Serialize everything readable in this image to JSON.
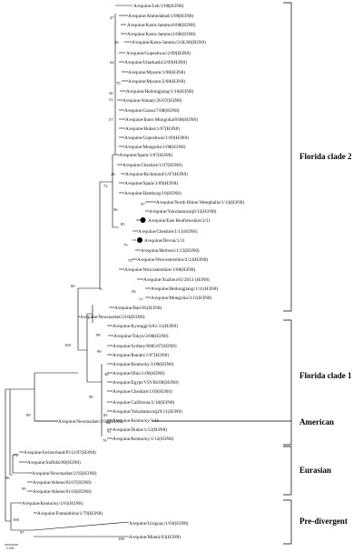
{
  "taxa": [
    {
      "label": "A/equine/Leh/1/08(H3N8)"
    },
    {
      "label": "A/equine/Ahmedabad/1/09(H3N8)"
    },
    {
      "label": "A/equine/Katra-Jammu/6/08(H3N8)"
    },
    {
      "label": "A/equine/Katra-Jammu/2/08(H3N8)"
    },
    {
      "label": "A/equine/Katra-Jammu/31K/08(H3N8)"
    },
    {
      "label": "A/equine/Gopeshwar/2/09(H3N8)"
    },
    {
      "label": "A/equine/Uttarkashi/2/09(H3N8)"
    },
    {
      "label": "A/equine/Mysore/1/08(H3N8)"
    },
    {
      "label": "A/equine/Mysore/2/08(H3N8)"
    },
    {
      "label": "A/equine/Heilongjiang/1/10(H3N8)"
    },
    {
      "label": "A/equine/Almaty/26/07(H3N8)"
    },
    {
      "label": "A/equine/Gansu/7/08(H3N8)"
    },
    {
      "label": "A/equine/Inner Mongolia/8/08(H3N8)"
    },
    {
      "label": "A/equine/Hubei/1/07(H3N8)"
    },
    {
      "label": "A/equine/Gopeshwar/1/09(H3N8)"
    },
    {
      "label": "A/equine/Mongolia/1/08(H3N8)"
    },
    {
      "label": "A/equine/Spain/1/07(H3N8)"
    },
    {
      "label": "A/equine/Cheshire/1/07(H3N8)"
    },
    {
      "label": "A/equine/Richmond/1/07(H3N8)"
    },
    {
      "label": "A/equine/Spain/1/09(H3N8)"
    },
    {
      "label": "A/equine/Hamburg/10(H3N8)"
    },
    {
      "label": "A/equine/North Rhine Westphalia/1/14(H3N8)"
    },
    {
      "label": "A/equine/Yokohama/aq6/12(H3N8)"
    },
    {
      "label": "A/equine/East Renfrewshire/2/11"
    },
    {
      "label": "A/equine/Cheshire/1/11(H3N8)"
    },
    {
      "label": "A/equine/Devon/1/11"
    },
    {
      "label": "A/equine/Herborn/1/13(H3N8)"
    },
    {
      "label": "A/equine/Worcestershire/2/12(H3N8)"
    },
    {
      "label": "A/equine/Worcestershire/1/08(H3N8)"
    },
    {
      "label": "A/equine/Xuzhou/01/2013 (H3N8)"
    },
    {
      "label": "A/equine/Heilongjiang/1/11(H3N8)"
    },
    {
      "label": "A/equine/Mongolia/3/11(H3N8)"
    },
    {
      "label": "A/equine/Bari/05(H3N8)"
    },
    {
      "label": "A/equine/Newmarket/5/03(H3N8)"
    },
    {
      "label": "A/equine/Kyonggi/SA1/11(H3N8)"
    },
    {
      "label": "A/equine/Tokyo/3/08(H3N8)"
    },
    {
      "label": "A/equine/Sydney/6085/07(H3N8)"
    },
    {
      "label": "A/equine/Ibaraki/1/07(H3N8)"
    },
    {
      "label": "A/equine/Kentucky/1/09(H3N8)"
    },
    {
      "label": "A/equine/Ohio/1/08(H3N8)"
    },
    {
      "label": "A/equine/Egypt/VSVRI/08(H3N8)"
    },
    {
      "label": "A/equine/Cheshire/1/09(H3N8)"
    },
    {
      "label": "A/equine/California/2/10(H3N8)"
    },
    {
      "label": "A/equine/Yokohama/aq29/11(H3N8)"
    },
    {
      "label": "A/equine/Kentucky/1/11"
    },
    {
      "label": "A/equine/Dubai/1/12(H3N8)"
    },
    {
      "label": "A/equine/Kentucky/1/12(H3N8)"
    },
    {
      "label": "A/equine/Newmarket/1/93(H3N8)"
    },
    {
      "label": "A/equine/Switzerland/P112/07(H3N8)"
    },
    {
      "label": "A/equine/Suffolk/89(H3N8)"
    },
    {
      "label": "A/equine/Newmarket/2/93(H3N8)"
    },
    {
      "label": "A/equine/Athens/02/07(H3N8)"
    },
    {
      "label": "A/equine/Athens/01/03(H3N8)"
    },
    {
      "label": "A/equine/Kentucky/1/81(H3N8)"
    },
    {
      "label": "A/equine/Fontainbleu/1/79(H3N8)"
    },
    {
      "label": "A/equine/Uruguay/1/63(H3N8)"
    },
    {
      "label": "A/equine/Miami/63(H3N8)"
    }
  ],
  "bootstrap": [
    "47",
    "38",
    "64",
    "70",
    "30",
    "51",
    "57",
    "48",
    "72",
    "97",
    "36",
    "85",
    "75",
    "70",
    "56",
    "77",
    "69",
    "100",
    "99",
    "99",
    "36",
    "99",
    "83",
    "88",
    "91",
    "70",
    "99",
    "72",
    "96",
    "99",
    "100",
    "97",
    "100"
  ],
  "clades": [
    {
      "label": "Florida clade 2"
    },
    {
      "label": "Florida clade 1"
    },
    {
      "label": "American"
    },
    {
      "label": "Eurasian"
    },
    {
      "label": "Pre-divergent"
    }
  ],
  "scale_label": "0.005",
  "highlighted_marker": "filled-circle",
  "colors": {
    "lines": "#000000",
    "text": "#111111",
    "background": "#ffffff"
  }
}
